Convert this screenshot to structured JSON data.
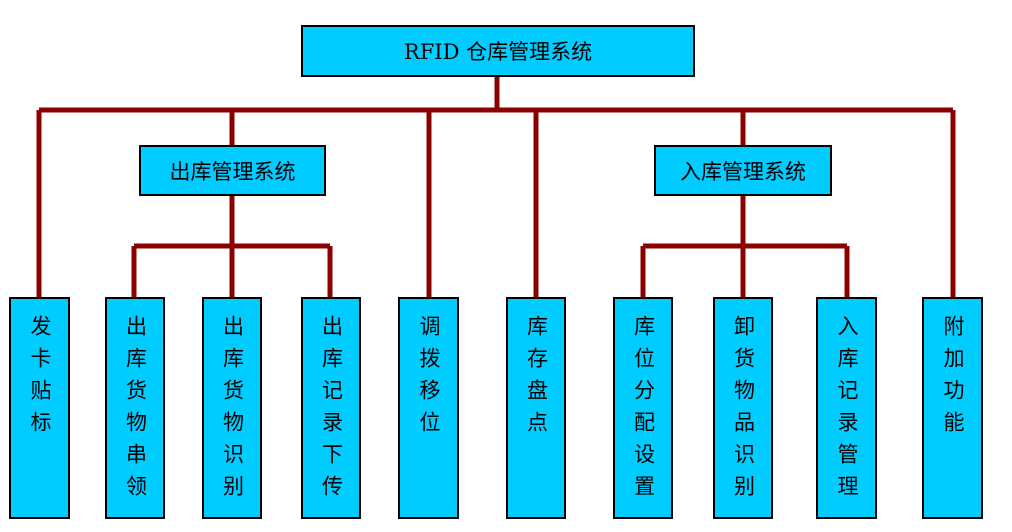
{
  "colors": {
    "box_fill": "#00CCFF",
    "box_border": "#000000",
    "connector": "#8B0000"
  },
  "root": {
    "label": "RFID 仓库管理系统"
  },
  "mid": {
    "outbound": "出库管理系统",
    "inbound": "入库管理系统"
  },
  "leaves": {
    "issue_card": "发卡贴标",
    "out_serial": "出库货物串领",
    "out_identify": "出库货物识别",
    "out_record": "出库记录下传",
    "transfer": "调拨移位",
    "inventory": "库存盘点",
    "location_setup": "库位分配设置",
    "unload_identify": "卸货物品识别",
    "in_record": "入库记录管理",
    "addon": "附加功能"
  }
}
